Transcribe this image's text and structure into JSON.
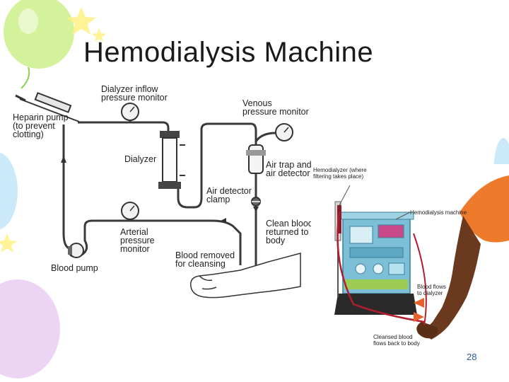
{
  "slide": {
    "title": "Hemodialysis Machine",
    "page_number": "28"
  },
  "schematic": {
    "heparin_pump": "Heparin pump\n(to prevent\nclotting)",
    "dialyzer_inflow_monitor": "Dialyzer inflow\npressure monitor",
    "venous_monitor": "Venous\npressure monitor",
    "dialyzer": "Dialyzer",
    "air_trap": "Air trap and\nair detector",
    "air_detector_clamp": "Air detector\nclamp",
    "arterial_monitor": "Arterial\npressure\nmonitor",
    "clean_blood": "Clean blood\nreturned to\nbody",
    "blood_removed": "Blood removed\nfor cleansing",
    "blood_pump": "Blood pump"
  },
  "photo": {
    "hemodialyzer": "Hemodialyzer (where\nfiltering takes place)",
    "machine": "Hemodialysis machine",
    "blood_flows": "Blood flows\nto dialyzer",
    "cleansed_blood": "Cleansed blood\nflows back to body"
  },
  "colors": {
    "line": "#3a3a3a",
    "balloon": "#c8ee7a",
    "skin": "#6b3a1e",
    "shirt": "#ee7a2c",
    "machine": "#7dbfd6"
  }
}
